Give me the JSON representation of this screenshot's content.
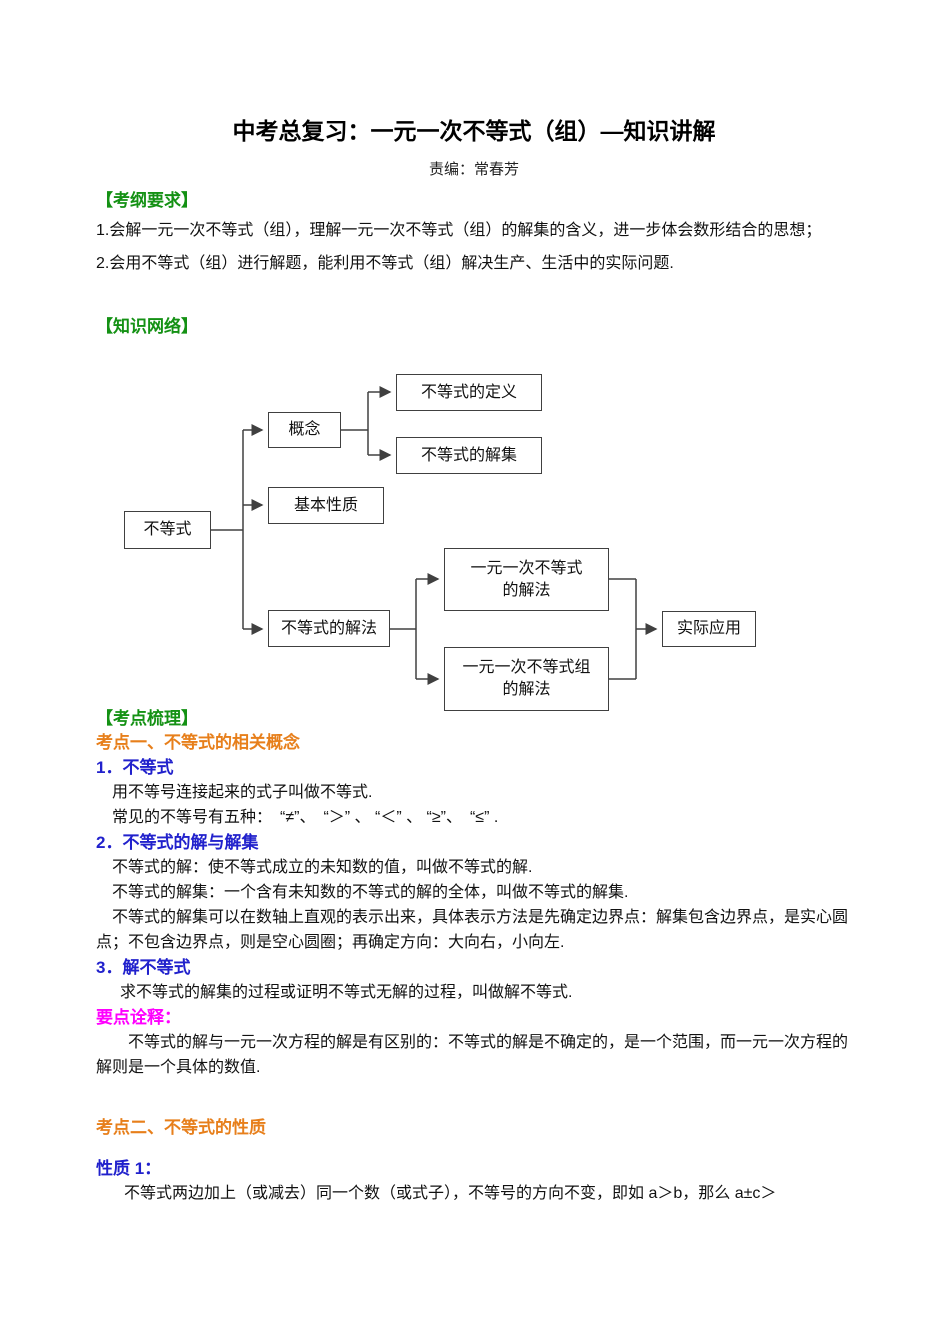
{
  "page": {
    "title": "中考总复习：一元一次不等式（组）—知识讲解",
    "editor": "责编：常春芳"
  },
  "sections": {
    "outline_heading": "【考纲要求】",
    "outline_item1": "1.会解一元一次不等式（组），理解一元一次不等式（组）的解集的含义，进一步体会数形结合的思想；",
    "outline_item2": "2.会用不等式（组）进行解题，能利用不等式（组）解决生产、生活中的实际问题.",
    "network_heading": "【知识网络】",
    "review_heading": "【考点梳理】"
  },
  "diagram": {
    "root": "不等式",
    "concept": "概念",
    "definition": "不等式的定义",
    "solution_set": "不等式的解集",
    "basic_properties": "基本性质",
    "solving": "不等式的解法",
    "linear_ineq_line1": "一元一次不等式",
    "linear_ineq_line2": "的解法",
    "linear_group_line1": "一元一次不等式组",
    "linear_group_line2": "的解法",
    "application": "实际应用"
  },
  "topic1": {
    "heading": "考点一、不等式的相关概念",
    "sub1_heading": "1．不等式",
    "sub1_line1": "用不等号连接起来的式子叫做不等式.",
    "sub1_line2": "常见的不等号有五种：　“≠”、　“＞” 、 “＜” 、 “≥”、　“≤” .",
    "sub2_heading": "2．不等式的解与解集",
    "sub2_line1": "不等式的解：使不等式成立的未知数的值，叫做不等式的解.",
    "sub2_line2": "不等式的解集：一个含有未知数的不等式的解的全体，叫做不等式的解集.",
    "sub2_line3": "不等式的解集可以在数轴上直观的表示出来，具体表示方法是先确定边界点：解集包含边界点，是实心圆点；不包含边界点，则是空心圆圈；再确定方向：大向右，小向左.",
    "sub3_heading": "3．解不等式",
    "sub3_line1": "求不等式的解集的过程或证明不等式无解的过程，叫做解不等式.",
    "notes_heading": "要点诠释：",
    "notes_body": "不等式的解与一元一次方程的解是有区别的：不等式的解是不确定的，是一个范围，而一元一次方程的解则是一个具体的数值."
  },
  "topic2": {
    "heading": "考点二、不等式的性质",
    "property1_heading": "性质 1：",
    "property1_body": "不等式两边加上（或减去）同一个数（或式子），不等号的方向不变，即如 a＞b，那么 a±c＞"
  },
  "colors": {
    "heading_green": "#149114",
    "topic_orange": "#E77F1B",
    "subhead_blue": "#2121CC",
    "notes_magenta": "#FF00FF",
    "diagram_line": "#404040"
  }
}
